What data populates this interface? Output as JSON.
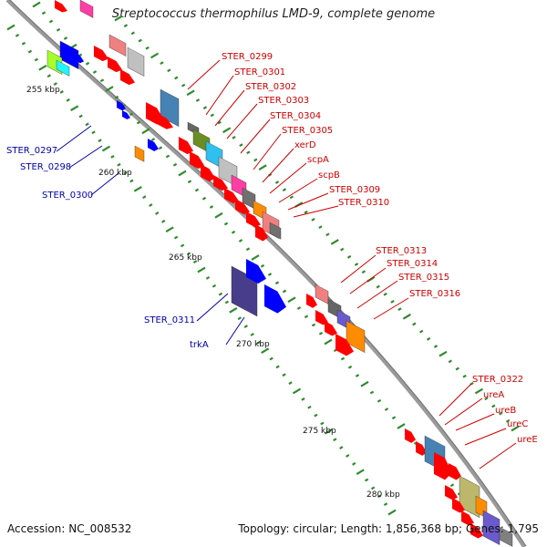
{
  "title": "Streptococcus thermophilus LMD-9, complete genome",
  "footer": {
    "accession": "Accession: NC_008532",
    "topology": "Topology: circular; Length: 1,856,368 bp; Genes: 1,795"
  },
  "colors": {
    "backbone": "#8a8a8a",
    "tick": "#2e8b2e",
    "label_forward": "#cc0000",
    "label_reverse": "#0000aa",
    "forward_cds": "#ff0000",
    "reverse_cds": "#0000ff"
  },
  "scale_labels": [
    "255 kbp",
    "260 kbp",
    "265 kbp",
    "270 kbp",
    "275 kbp",
    "280 kbp"
  ],
  "forward_labels": [
    "STER_0299",
    "STER_0301",
    "STER_0302",
    "STER_0303",
    "STER_0304",
    "STER_0305",
    "xerD",
    "scpA",
    "scpB",
    "STER_0309",
    "STER_0310",
    "STER_0313",
    "STER_0314",
    "STER_0315",
    "STER_0316",
    "STER_0322",
    "ureA",
    "ureB",
    "ureC",
    "ureE"
  ],
  "reverse_labels": [
    "STER_0297",
    "STER_0298",
    "STER_0300",
    "STER_0311",
    "trkA"
  ]
}
